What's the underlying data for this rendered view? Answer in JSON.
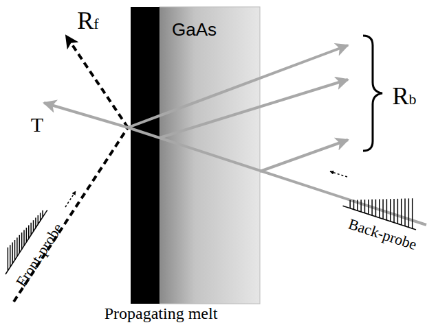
{
  "diagram": {
    "nodes": [
      {
        "text": [
          "GaAs"
        ]
      }
    ],
    "labels": [
      "Rf",
      "T",
      "Rb",
      "Front-probe",
      "Back-probe",
      "Propagating melt"
    ]
  }
}
